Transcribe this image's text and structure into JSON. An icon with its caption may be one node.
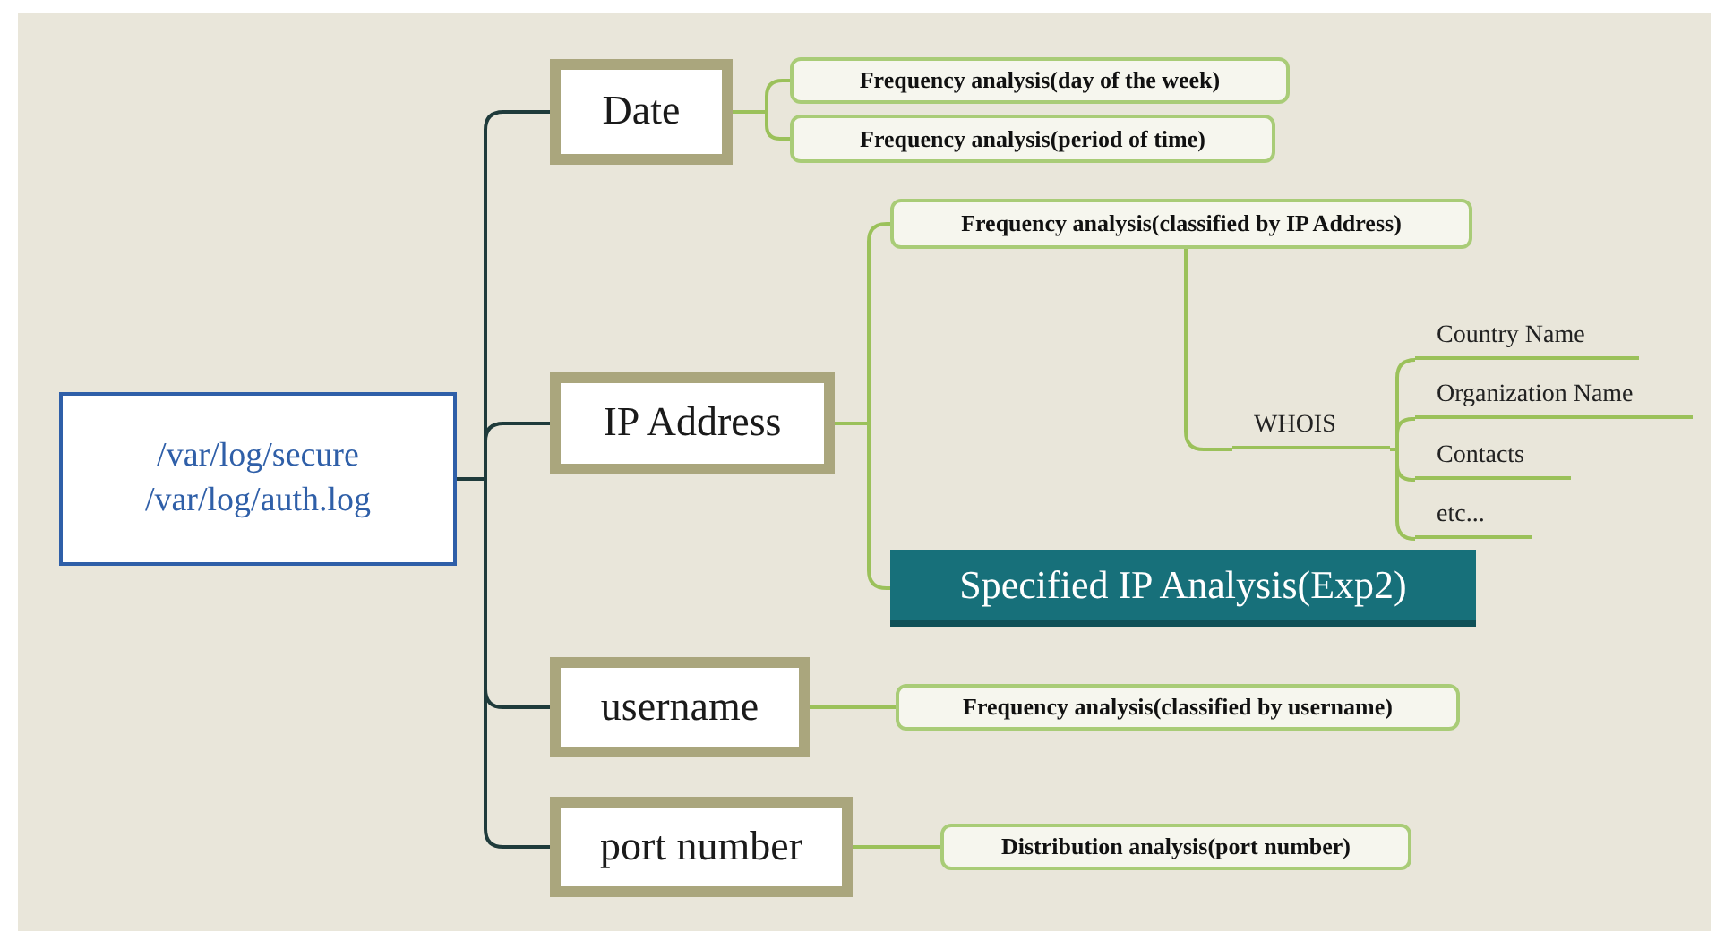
{
  "diagram": {
    "nodes": [
      {
        "text": [
          "/var/log/secure /var/log/auth.log"
        ]
      },
      {
        "text": [
          "Date"
        ]
      },
      {
        "text": [
          "IP Address"
        ]
      },
      {
        "text": [
          "username"
        ]
      },
      {
        "text": [
          "port number"
        ]
      },
      {
        "text": [
          "Frequency analysis(day of the week)"
        ]
      },
      {
        "text": [
          "Frequency analysis(period of time)"
        ]
      },
      {
        "text": [
          "Frequency analysis(classified by IP Address)"
        ]
      },
      {
        "text": [
          "WHOIS"
        ]
      },
      {
        "text": [
          "Country Name"
        ]
      },
      {
        "text": [
          "Organization Name"
        ]
      },
      {
        "text": [
          "Contacts"
        ]
      },
      {
        "text": [
          "etc..."
        ]
      },
      {
        "text": [
          "Specified IP Analysis(Exp2)"
        ]
      },
      {
        "text": [
          "Frequency analysis(classified by username)"
        ]
      },
      {
        "text": [
          "Distribution analysis(port number)"
        ]
      }
    ],
    "edges": [
      {
        "from": 0,
        "to": 1,
        "arrow": "none",
        "color": "#1f3b3b"
      },
      {
        "from": 0,
        "to": 2,
        "arrow": "none",
        "color": "#1f3b3b"
      },
      {
        "from": 0,
        "to": 3,
        "arrow": "none",
        "color": "#1f3b3b"
      },
      {
        "from": 0,
        "to": 4,
        "arrow": "none",
        "color": "#1f3b3b"
      },
      {
        "from": 1,
        "to": 5,
        "arrow": "none"
      },
      {
        "from": 1,
        "to": 6,
        "arrow": "none"
      },
      {
        "from": 2,
        "to": 7,
        "arrow": "none"
      },
      {
        "from": 2,
        "to": 13,
        "arrow": "none"
      },
      {
        "from": 7,
        "to": 8,
        "arrow": "none"
      },
      {
        "from": 8,
        "to": 9,
        "arrow": "none"
      },
      {
        "from": 8,
        "to": 10,
        "arrow": "none"
      },
      {
        "from": 8,
        "to": 11,
        "arrow": "none"
      },
      {
        "from": 8,
        "to": 12,
        "arrow": "none"
      },
      {
        "from": 3,
        "to": 14,
        "arrow": "none"
      },
      {
        "from": 4,
        "to": 15,
        "arrow": "none"
      }
    ]
  }
}
